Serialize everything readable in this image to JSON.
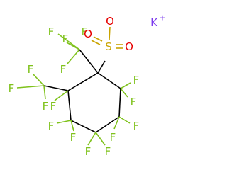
{
  "colors": {
    "carbon_bond": "#000000",
    "fluorine": "#7fc21c",
    "sulfur": "#c9a400",
    "oxygen": "#e60000",
    "potassium": "#7c3aed"
  },
  "atoms": {
    "F1": "F",
    "F2": "F",
    "F3": "F",
    "F4": "F",
    "F5": "F",
    "F6": "F",
    "F7": "F",
    "F8": "F",
    "F9": "F",
    "F10": "F",
    "F11": "F",
    "F12": "F",
    "F13": "F",
    "F14": "F",
    "F15": "F",
    "F16": "F",
    "S": "S",
    "O_minus": "O",
    "O_minus_charge": "-",
    "O_a": "O",
    "O_b": "O",
    "K": "K",
    "K_charge": "+"
  }
}
